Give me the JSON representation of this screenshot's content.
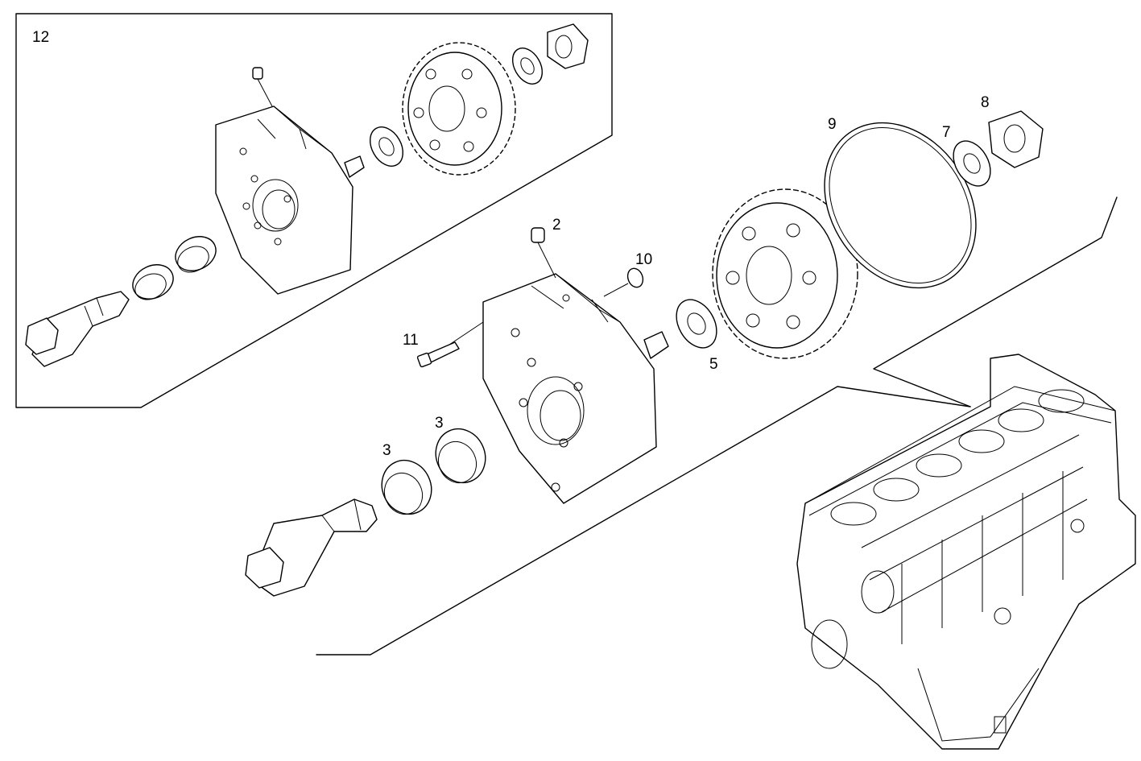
{
  "diagram": {
    "title": "Exploded parts view — auxiliary drive gear assembly on engine block",
    "callouts": {
      "c12": "12",
      "c2": "2",
      "c10": "10",
      "c11": "11",
      "c5": "5",
      "c3a": "3",
      "c3b": "3",
      "c9": "9",
      "c7": "7",
      "c8": "8"
    },
    "colors": {
      "line": "#000000",
      "background": "#ffffff"
    }
  }
}
